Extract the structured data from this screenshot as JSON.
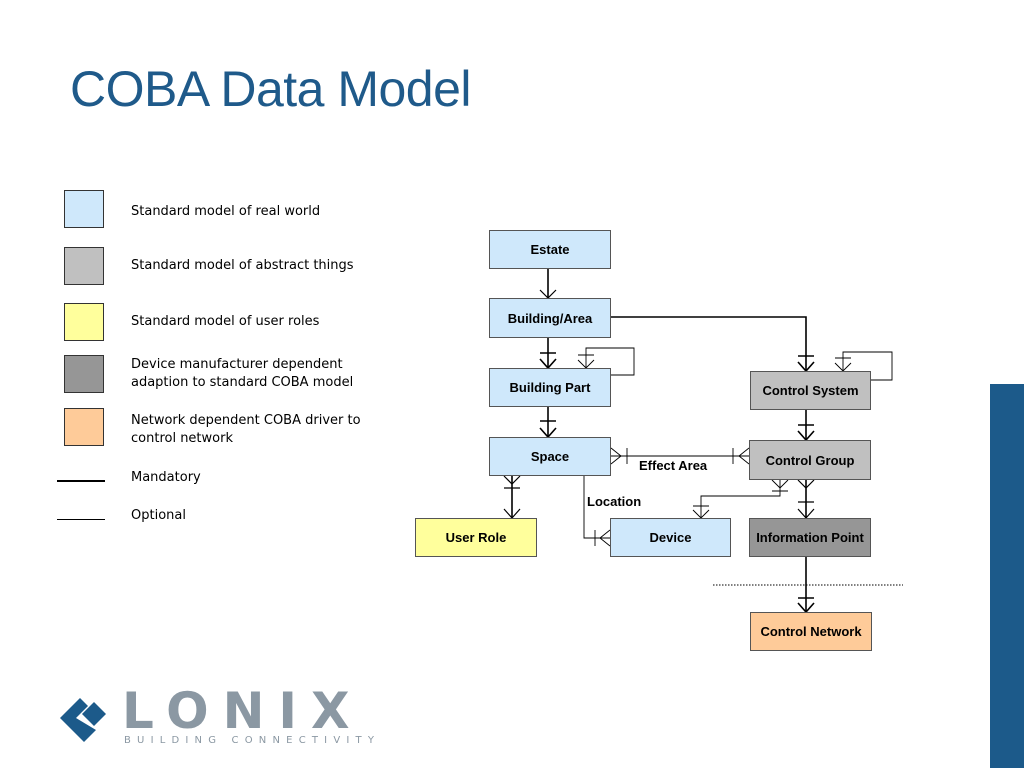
{
  "title": "COBA Data Model",
  "legend": [
    {
      "text": "Standard model of real world",
      "color": "#cfe8fb"
    },
    {
      "text": "Standard model of abstract things",
      "color": "#c0c0c0"
    },
    {
      "text": "Standard model of user roles",
      "color": "#ffff9c"
    },
    {
      "text": "Device manufacturer dependent adaption to standard COBA model",
      "color": "#969696"
    },
    {
      "text": "Network dependent COBA driver to control network",
      "color": "#fecb99"
    },
    {
      "text": "Mandatory"
    },
    {
      "text": "Optional"
    }
  ],
  "diagram": {
    "entities": {
      "estate": "Estate",
      "building_area": "Building/Area",
      "building_part": "Building Part",
      "space": "Space",
      "user_role": "User Role",
      "device": "Device",
      "control_system": "Control System",
      "control_group": "Control Group",
      "information_point": "Information Point",
      "control_network": "Control Network"
    },
    "relationships": {
      "effect_area": "Effect Area",
      "location": "Location"
    }
  },
  "logo": {
    "wordmark": "LONIX",
    "tagline": "BUILDING CONNECTIVITY"
  },
  "colors": {
    "title": "#1f5a8a",
    "real_world": "#cfe8fb",
    "abstract": "#c0c0c0",
    "user_roles": "#ffff9c",
    "manufacturer": "#969696",
    "network": "#fecb99",
    "accent_bar": "#1c5a8a",
    "logo_gray": "#8b98a3"
  }
}
